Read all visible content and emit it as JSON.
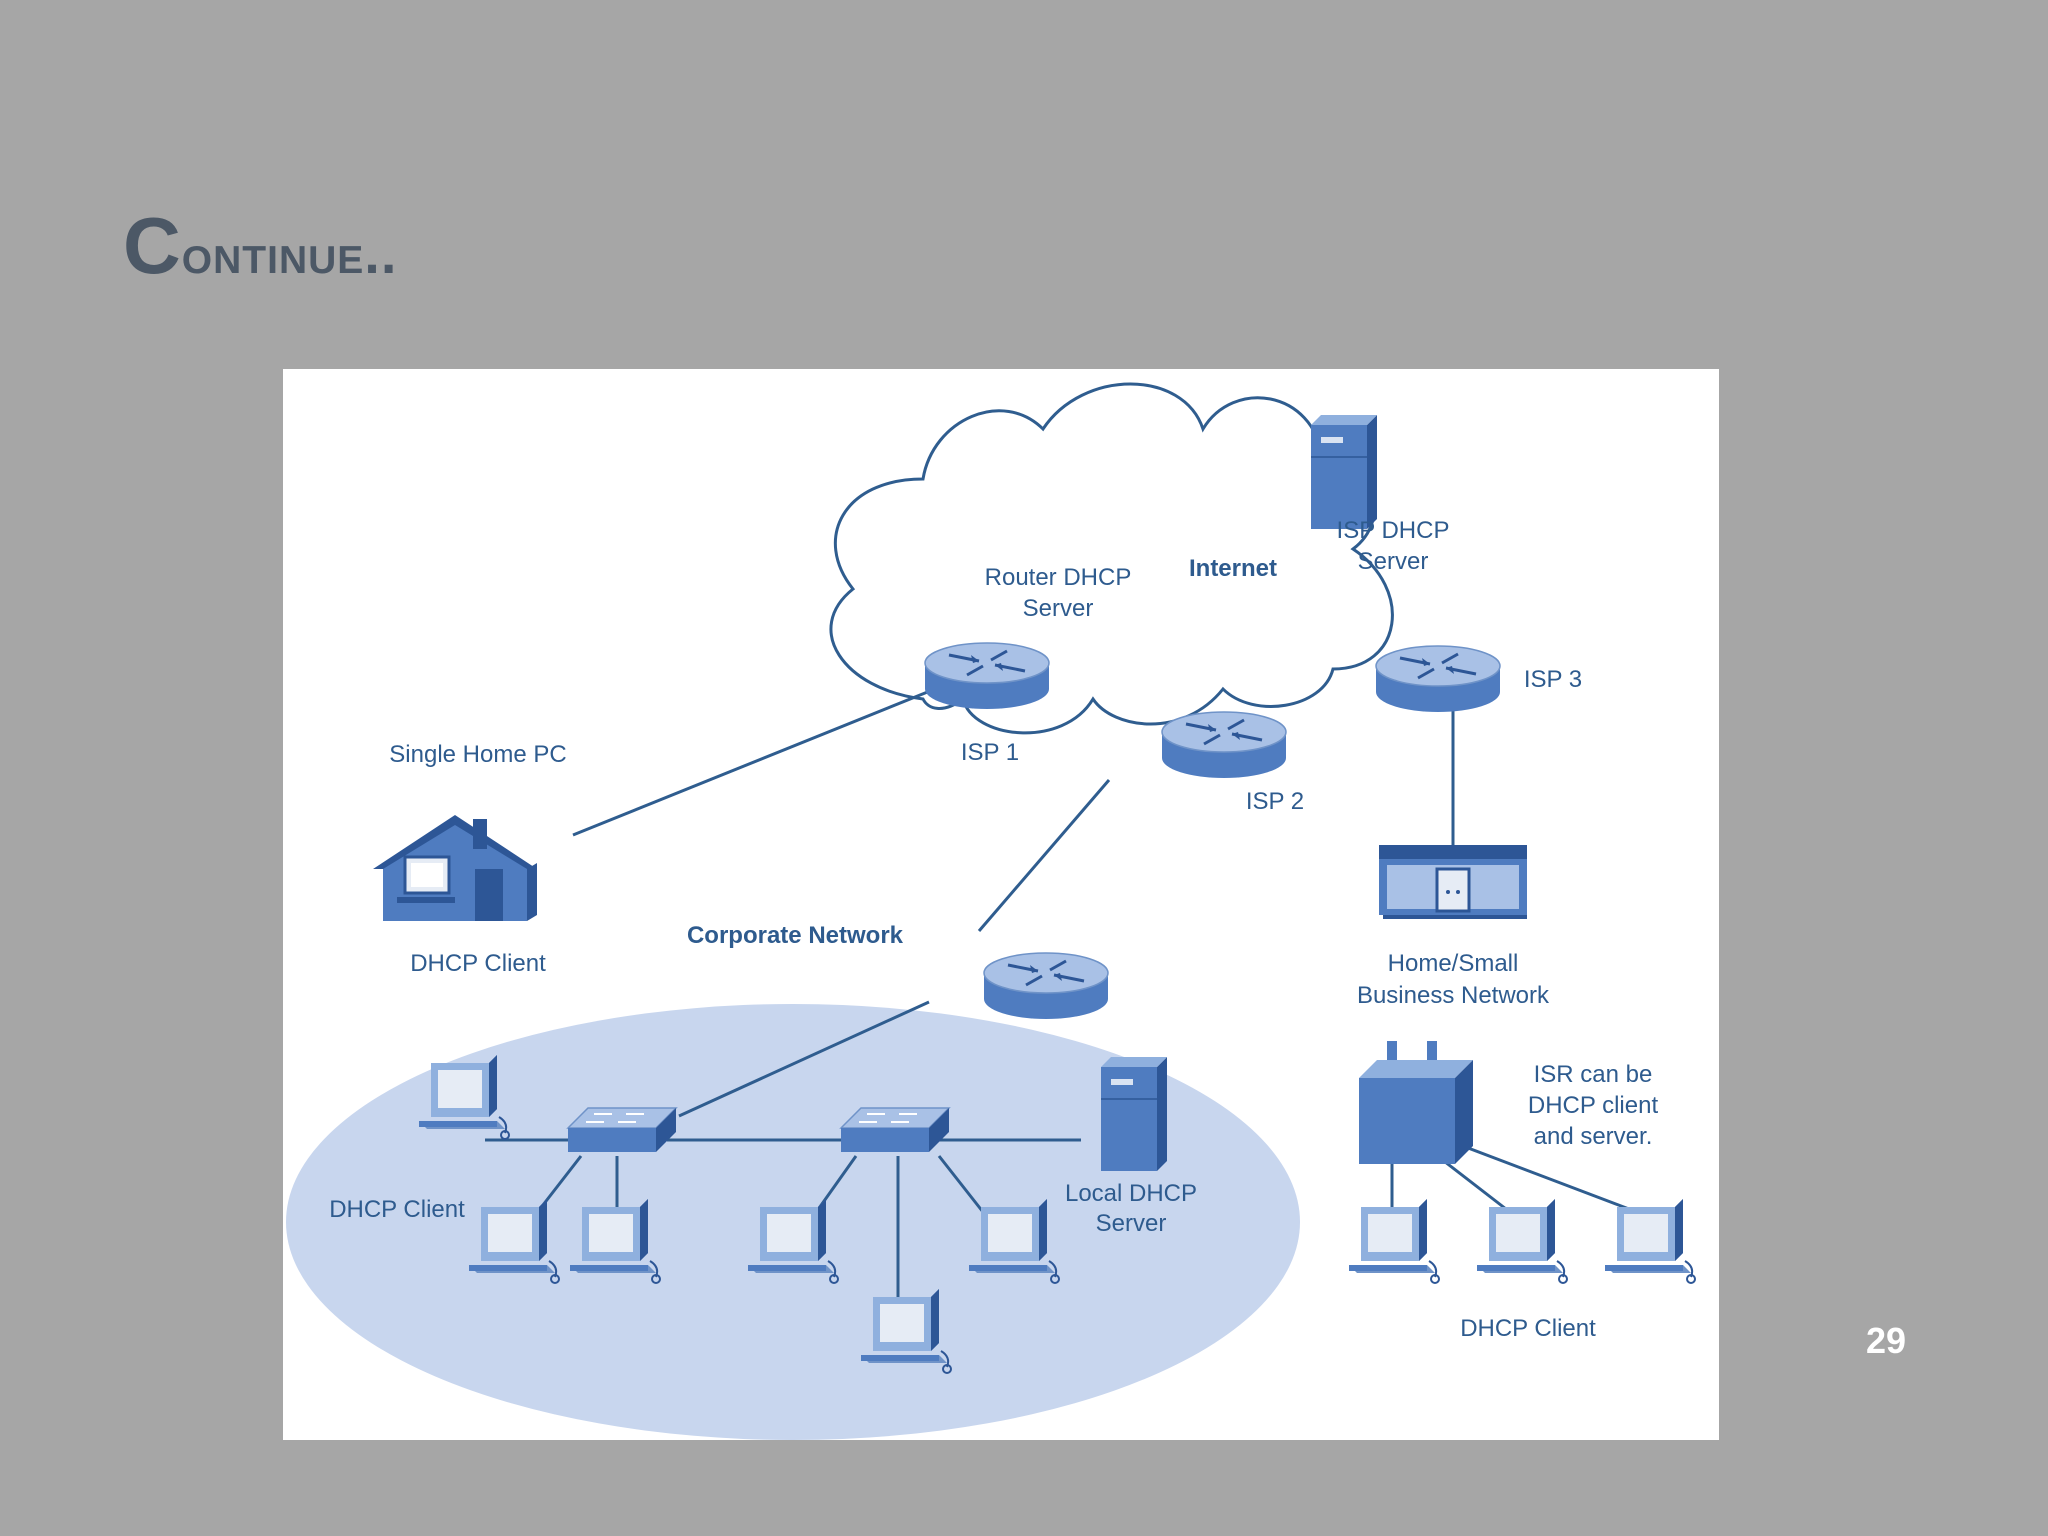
{
  "slide": {
    "title": "Continue..",
    "page_number": "29"
  },
  "diagram": {
    "labels": {
      "internet": "Internet",
      "router_dhcp_server": [
        "Router DHCP",
        "Server"
      ],
      "isp_dhcp_server": [
        "ISP DHCP",
        "Server"
      ],
      "isp1": "ISP 1",
      "isp2": "ISP 2",
      "isp3": "ISP 3",
      "single_home_pc": "Single Home PC",
      "home_dhcp_client": "DHCP Client",
      "corporate_network": "Corporate Network",
      "corporate_dhcp_client": "DHCP Client",
      "local_dhcp_server": [
        "Local DHCP",
        "Server"
      ],
      "home_small_business": [
        "Home/Small",
        "Business Network"
      ],
      "isr_note": [
        "ISR can be",
        "DHCP client",
        "and server."
      ],
      "business_dhcp_client": "DHCP Client"
    },
    "colors": {
      "device_blue": "#4f7cc0",
      "device_dark": "#2d5696",
      "device_light": "#a9c1e6",
      "corporate_ellipse": "#c8d6ee",
      "line": "#2f5d8f",
      "label": "#2e5b8e"
    }
  }
}
